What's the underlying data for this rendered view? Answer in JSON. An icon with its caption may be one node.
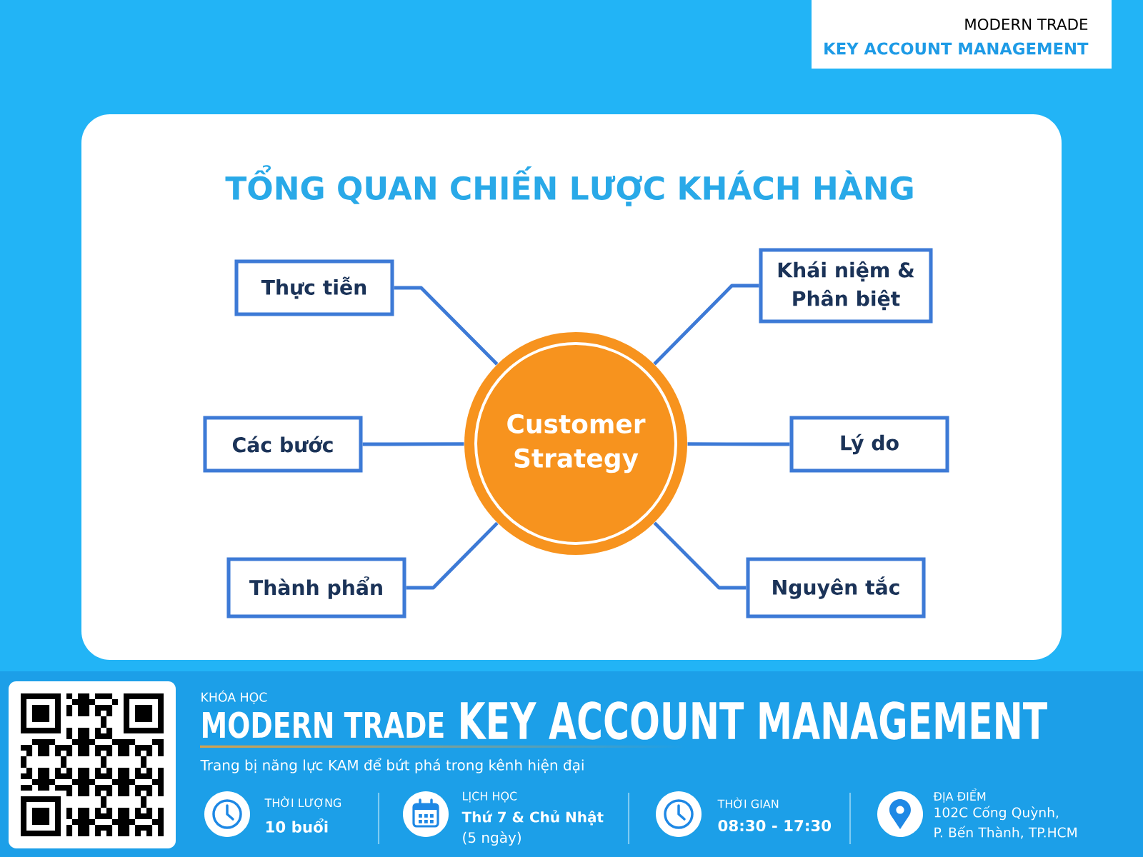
{
  "diagram": {
    "title": "TỔNG QUAN CHIẾN LƯỢC KHÁCH HÀNG",
    "nodes": [
      {
        "text": [
          "Thực tiễn"
        ]
      },
      {
        "text": [
          "Khái niệm & Phân biệt"
        ]
      },
      {
        "text": [
          "Customer Strategy"
        ]
      },
      {
        "text": [
          "Các bước"
        ]
      },
      {
        "text": [
          "Lý do"
        ]
      },
      {
        "text": [
          "Thành phẩn"
        ]
      },
      {
        "text": [
          "Nguyên tắc"
        ]
      }
    ],
    "edges": [
      {
        "from": 2,
        "to": 0,
        "arrow": "none"
      },
      {
        "from": 2,
        "to": 1,
        "arrow": "none"
      },
      {
        "from": 2,
        "to": 3,
        "arrow": "none"
      },
      {
        "from": 2,
        "to": 4,
        "arrow": "none"
      },
      {
        "from": 2,
        "to": 5,
        "arrow": "none"
      },
      {
        "from": 2,
        "to": 6,
        "arrow": "none"
      }
    ],
    "labels": [
      "MODERN TRADE",
      "KEY ACCOUNT MANAGEMENT",
      "KHÓA HỌC",
      "MODERN TRADE",
      "KEY ACCOUNT MANAGEMENT",
      "Trang bị năng lực KAM để bứt phá trong kênh hiện đại",
      "THỜI LƯỢNG",
      "10 buổi",
      "LỊCH HỌC",
      "Thứ 7 & Chủ Nhật",
      "(5 ngày)",
      "THỜI GIAN",
      "08:30 - 17:30",
      "ĐỊA ĐIỂM",
      "102C Cống Quỳnh, P. Bến Thành, TP.HCM"
    ]
  }
}
